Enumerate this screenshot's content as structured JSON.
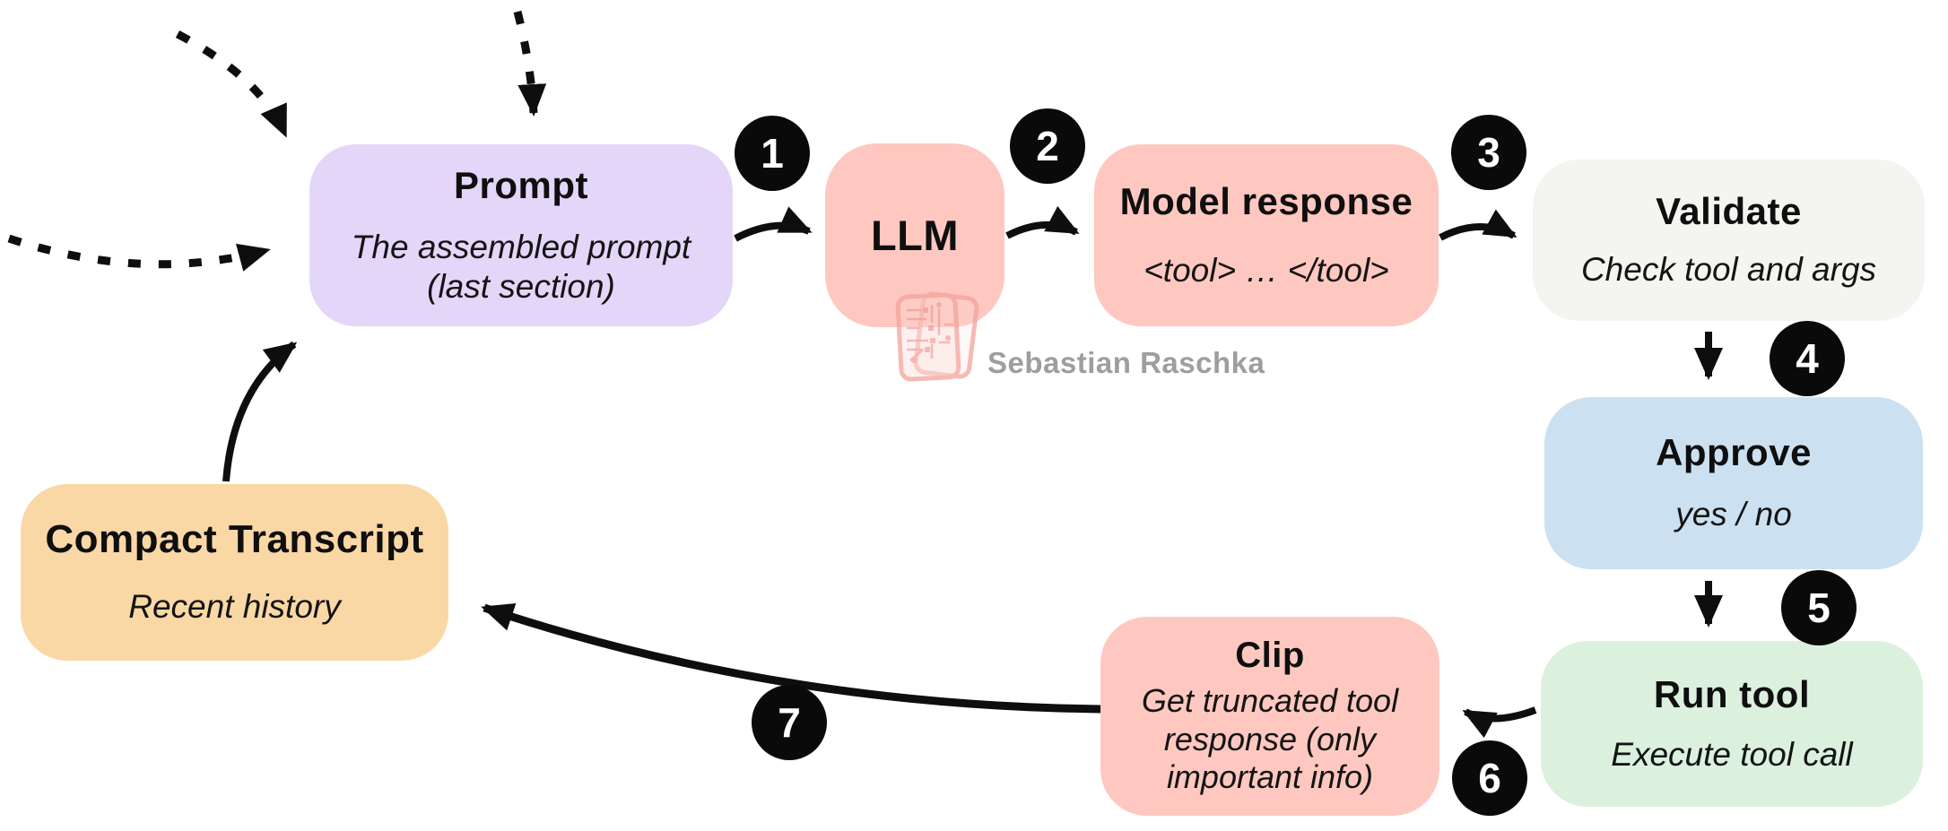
{
  "nodes": {
    "prompt": {
      "title": "Prompt",
      "subtitle": "The assembled prompt\n(last section)",
      "color": "#E4D6F8"
    },
    "llm": {
      "title": "LLM",
      "color": "#FEC8C0"
    },
    "model_response": {
      "title": "Model response",
      "subtitle": "<tool> … </tool>",
      "color": "#FEC8C0"
    },
    "validate": {
      "title": "Validate",
      "subtitle": "Check tool and args",
      "color": "#F4F4F1"
    },
    "approve": {
      "title": "Approve",
      "subtitle": "yes / no",
      "color": "#CBE1F1"
    },
    "run_tool": {
      "title": "Run tool",
      "subtitle": "Execute tool call",
      "color": "#DBF1DE"
    },
    "clip": {
      "title": "Clip",
      "subtitle": "Get truncated tool\nresponse (only\nimportant info)",
      "color": "#FEC8C0"
    },
    "compact_transcript": {
      "title": "Compact Transcript",
      "subtitle": "Recent history",
      "color": "#FAD8A6"
    }
  },
  "badges": {
    "b1": "1",
    "b2": "2",
    "b3": "3",
    "b4": "4",
    "b5": "5",
    "b6": "6",
    "b7": "7"
  },
  "edges": [
    {
      "step": "1",
      "from": "prompt",
      "to": "llm",
      "style": "solid"
    },
    {
      "step": "2",
      "from": "llm",
      "to": "model_response",
      "style": "solid"
    },
    {
      "step": "3",
      "from": "model_response",
      "to": "validate",
      "style": "solid"
    },
    {
      "step": "4",
      "from": "validate",
      "to": "approve",
      "style": "solid"
    },
    {
      "step": "5",
      "from": "approve",
      "to": "run_tool",
      "style": "solid"
    },
    {
      "step": "6",
      "from": "run_tool",
      "to": "clip",
      "style": "solid"
    },
    {
      "step": "7",
      "from": "clip",
      "to": "compact_transcript",
      "style": "solid"
    },
    {
      "from": "compact_transcript",
      "to": "prompt",
      "style": "solid"
    },
    {
      "from": "external-input-upper-left",
      "to": "prompt",
      "style": "dashed"
    },
    {
      "from": "external-input-top",
      "to": "prompt",
      "style": "dashed"
    },
    {
      "from": "external-input-left",
      "to": "prompt",
      "style": "dashed"
    }
  ],
  "watermark": {
    "text": "Sebastian Raschka",
    "text_color": "#9E9E9E",
    "logo": "circuit-chip-logo",
    "logo_color": "#F2A39C"
  },
  "colors": {
    "background": "#FFFFFF",
    "arrow": "#0E0E0E",
    "badge_bg": "#0A0A0A",
    "badge_text": "#FFFFFF",
    "text": "#131313"
  }
}
